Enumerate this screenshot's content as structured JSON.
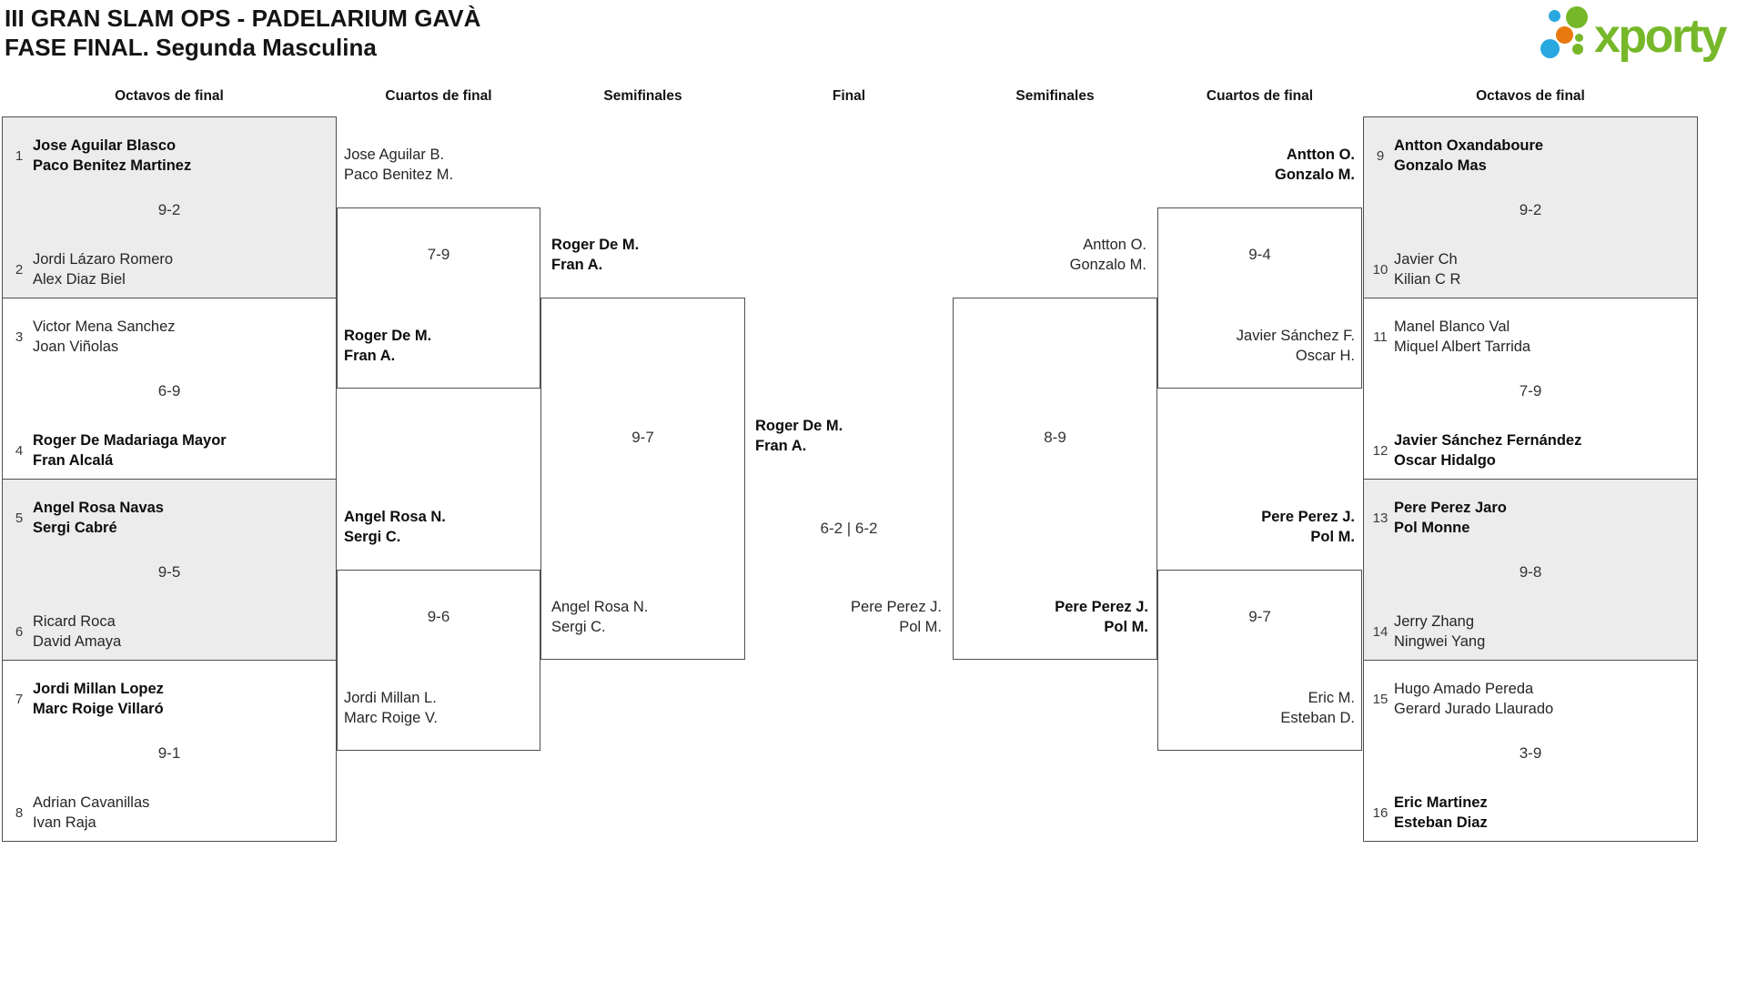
{
  "title": {
    "line1": "III GRAN SLAM OPS - PADELARIUM GAVÀ",
    "line2": "FASE FINAL. Segunda Masculina"
  },
  "logo": {
    "text": "xporty",
    "green": "#76b82a",
    "blue": "#29a8e0",
    "orange": "#e8790e"
  },
  "headers": [
    "Octavos de final",
    "Cuartos de final",
    "Semifinales",
    "Final",
    "Semifinales",
    "Cuartos de final",
    "Octavos de final"
  ],
  "octavos_left": [
    {
      "seed_top": "1",
      "top1": "Jose Aguilar Blasco",
      "top2": "Paco Benitez Martinez",
      "top_bold": true,
      "score": "9-2",
      "seed_bottom": "2",
      "bottom1": "Jordi Lázaro Romero",
      "bottom2": "Alex Diaz Biel",
      "bottom_bold": false
    },
    {
      "seed_top": "3",
      "top1": "Victor Mena Sanchez",
      "top2": "Joan Viñolas",
      "top_bold": false,
      "score": "6-9",
      "seed_bottom": "4",
      "bottom1": "Roger De Madariaga Mayor",
      "bottom2": "Fran Alcalá",
      "bottom_bold": true
    },
    {
      "seed_top": "5",
      "top1": "Angel Rosa Navas",
      "top2": "Sergi Cabré",
      "top_bold": true,
      "score": "9-5",
      "seed_bottom": "6",
      "bottom1": "Ricard Roca",
      "bottom2": "David Amaya",
      "bottom_bold": false
    },
    {
      "seed_top": "7",
      "top1": "Jordi Millan Lopez",
      "top2": "Marc Roige Villaró",
      "top_bold": true,
      "score": "9-1",
      "seed_bottom": "8",
      "bottom1": "Adrian Cavanillas",
      "bottom2": "Ivan Raja",
      "bottom_bold": false
    }
  ],
  "octavos_right": [
    {
      "seed_top": "9",
      "top1": "Antton Oxandaboure",
      "top2": "Gonzalo Mas",
      "top_bold": true,
      "score": "9-2",
      "seed_bottom": "10",
      "bottom1": "Javier Ch",
      "bottom2": "Kilian C R",
      "bottom_bold": false
    },
    {
      "seed_top": "11",
      "top1": "Manel Blanco Val",
      "top2": "Miquel Albert Tarrida",
      "top_bold": false,
      "score": "7-9",
      "seed_bottom": "12",
      "bottom1": "Javier Sánchez Fernández",
      "bottom2": "Oscar Hidalgo",
      "bottom_bold": true
    },
    {
      "seed_top": "13",
      "top1": "Pere Perez Jaro",
      "top2": "Pol Monne",
      "top_bold": true,
      "score": "9-8",
      "seed_bottom": "14",
      "bottom1": "Jerry Zhang",
      "bottom2": "Ningwei Yang",
      "bottom_bold": false
    },
    {
      "seed_top": "15",
      "top1": "Hugo Amado Pereda",
      "top2": "Gerard Jurado Llaurado",
      "top_bold": false,
      "score": "3-9",
      "seed_bottom": "16",
      "bottom1": "Eric Martinez",
      "bottom2": "Esteban Diaz",
      "bottom_bold": true
    }
  ],
  "cuartos_left": [
    {
      "top1": "Jose Aguilar B.",
      "top2": "Paco Benitez M.",
      "top_bold": false,
      "score": "7-9",
      "bottom1": "Roger De M.",
      "bottom2": "Fran A.",
      "bottom_bold": true
    },
    {
      "top1": "Angel Rosa N.",
      "top2": "Sergi C.",
      "top_bold": true,
      "score": "9-6",
      "bottom1": "Jordi Millan L.",
      "bottom2": "Marc Roige V.",
      "bottom_bold": false
    }
  ],
  "cuartos_right": [
    {
      "top1": "Antton O.",
      "top2": "Gonzalo M.",
      "top_bold": true,
      "score": "9-4",
      "bottom1": "Javier Sánchez F.",
      "bottom2": "Oscar H.",
      "bottom_bold": false
    },
    {
      "top1": "Pere Perez J.",
      "top2": "Pol M.",
      "top_bold": true,
      "score": "9-7",
      "bottom1": "Eric M.",
      "bottom2": "Esteban D.",
      "bottom_bold": false
    }
  ],
  "semis_left": {
    "top1": "Roger De M.",
    "top2": "Fran A.",
    "top_bold": true,
    "score": "9-7",
    "bottom1": "Angel Rosa N.",
    "bottom2": "Sergi C.",
    "bottom_bold": false
  },
  "semis_right": {
    "top1": "Antton O.",
    "top2": "Gonzalo M.",
    "top_bold": false,
    "score": "8-9",
    "bottom1": "Pere Perez J.",
    "bottom2": "Pol M.",
    "bottom_bold": true
  },
  "final": {
    "winner1": "Roger De M.",
    "winner2": "Fran A.",
    "score": "6-2 | 6-2",
    "loser1": "Pere Perez J.",
    "loser2": "Pol M."
  }
}
